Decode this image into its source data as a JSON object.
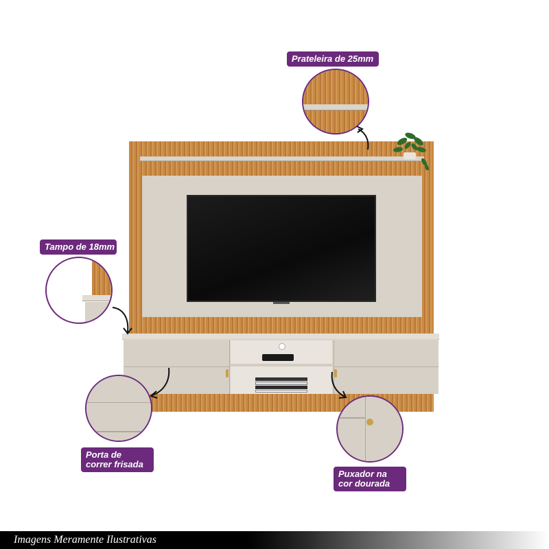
{
  "callouts": {
    "shelf": "Prateleira de 25mm",
    "top": "Tampo de 18mm",
    "door": "Porta de correr frisada",
    "handle": "Puxador na cor dourada"
  },
  "footer": {
    "caption": "Imagens Meramente Ilustrativas"
  },
  "colors": {
    "accent": "#6b2a7b",
    "wood": "#c98a43",
    "panel": "#d8d2c8",
    "tv": "#111111"
  }
}
